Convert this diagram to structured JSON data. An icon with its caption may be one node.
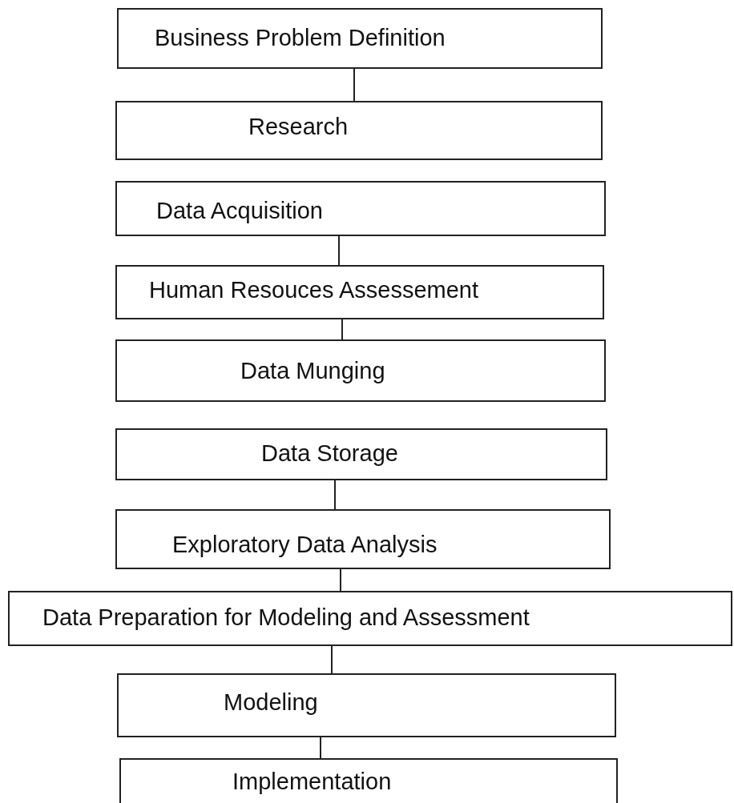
{
  "diagram": {
    "nodes": [
      {
        "text": [
          "Business Problem Definition"
        ]
      },
      {
        "text": [
          "Research"
        ]
      },
      {
        "text": [
          "Data Acquisition"
        ]
      },
      {
        "text": [
          "Human Resouces Assessement"
        ]
      },
      {
        "text": [
          "Data Munging"
        ]
      },
      {
        "text": [
          "Data Storage"
        ]
      },
      {
        "text": [
          "Exploratory Data Analysis"
        ]
      },
      {
        "text": [
          "Data Preparation for Modeling and Assessment"
        ]
      },
      {
        "text": [
          "Modeling"
        ]
      },
      {
        "text": [
          "Implementation"
        ]
      }
    ],
    "edges": [
      {
        "from": 0,
        "to": 1,
        "arrow": "none"
      },
      {
        "from": 2,
        "to": 3,
        "arrow": "none"
      },
      {
        "from": 3,
        "to": 4,
        "arrow": "none"
      },
      {
        "from": 5,
        "to": 6,
        "arrow": "none"
      },
      {
        "from": 6,
        "to": 7,
        "arrow": "none"
      },
      {
        "from": 7,
        "to": 8,
        "arrow": "none"
      },
      {
        "from": 8,
        "to": 9,
        "arrow": "none"
      }
    ]
  }
}
